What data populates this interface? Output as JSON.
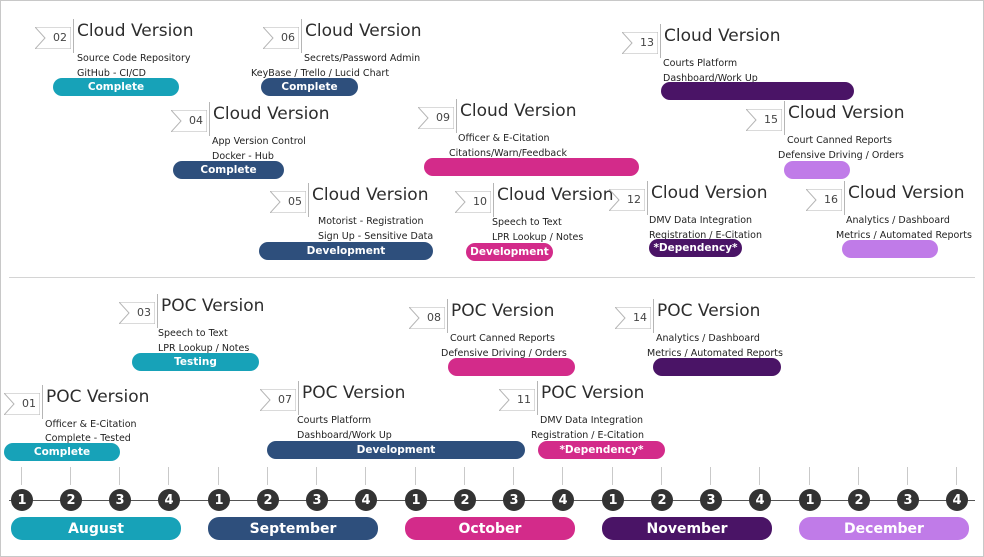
{
  "colors": {
    "teal": "#17a2b8",
    "navy": "#2e4f7c",
    "magenta": "#d32b8a",
    "purple": "#4a1466",
    "lavender": "#c07be8"
  },
  "items": [
    {
      "id": "02",
      "title": "Cloud Version",
      "line1": "Source Code Repository",
      "line2": "GitHub - CI/CD",
      "status": "Complete",
      "color": "teal"
    },
    {
      "id": "06",
      "title": "Cloud Version",
      "line1": "Secrets/Password Admin",
      "line2": "KeyBase / Trello / Lucid Chart",
      "status": "Complete",
      "color": "navy"
    },
    {
      "id": "13",
      "title": "Cloud Version",
      "line1": "Courts Platform",
      "line2": "Dashboard/Work Up",
      "status": "",
      "color": "purple"
    },
    {
      "id": "04",
      "title": "Cloud Version",
      "line1": "App Version Control",
      "line2": "Docker - Hub",
      "status": "Complete",
      "color": "navy"
    },
    {
      "id": "09",
      "title": "Cloud Version",
      "line1": "Officer & E-Citation",
      "line2": "Citations/Warn/Feedback",
      "status": "",
      "color": "magenta"
    },
    {
      "id": "15",
      "title": "Cloud Version",
      "line1": "Court Canned Reports",
      "line2": "Defensive Driving / Orders",
      "status": "",
      "color": "lavender"
    },
    {
      "id": "05",
      "title": "Cloud Version",
      "line1": "Motorist - Registration",
      "line2": "Sign Up - Sensitive Data",
      "status": "Development",
      "color": "navy"
    },
    {
      "id": "10",
      "title": "Cloud Version",
      "line1": "Speech to Text",
      "line2": "LPR Lookup / Notes",
      "status": "Development",
      "color": "magenta"
    },
    {
      "id": "12",
      "title": "Cloud Version",
      "line1": "DMV Data Integration",
      "line2": "Registration / E-Citation",
      "status": "*Dependency*",
      "color": "purple"
    },
    {
      "id": "16",
      "title": "Cloud Version",
      "line1": "Analytics / Dashboard",
      "line2": "Metrics / Automated Reports",
      "status": "",
      "color": "lavender"
    },
    {
      "id": "03",
      "title": "POC Version",
      "line1": "Speech to Text",
      "line2": "LPR Lookup / Notes",
      "status": "Testing",
      "color": "teal"
    },
    {
      "id": "08",
      "title": "POC Version",
      "line1": "Court Canned Reports",
      "line2": "Defensive Driving / Orders",
      "status": "",
      "color": "magenta"
    },
    {
      "id": "14",
      "title": "POC Version",
      "line1": "Analytics / Dashboard",
      "line2": "Metrics / Automated Reports",
      "status": "",
      "color": "purple"
    },
    {
      "id": "01",
      "title": "POC Version",
      "line1": "Officer & E-Citation",
      "line2": "Complete - Tested",
      "status": "Complete",
      "color": "teal"
    },
    {
      "id": "07",
      "title": "POC Version",
      "line1": "Courts Platform",
      "line2": "Dashboard/Work Up",
      "status": "Development",
      "color": "navy"
    },
    {
      "id": "11",
      "title": "POC Version",
      "line1": "DMV Data Integration",
      "line2": "Registration / E-Citation",
      "status": "*Dependency*",
      "color": "magenta"
    }
  ],
  "week_labels": [
    "1",
    "2",
    "3",
    "4"
  ],
  "months": [
    {
      "name": "August",
      "color": "teal"
    },
    {
      "name": "September",
      "color": "navy"
    },
    {
      "name": "October",
      "color": "magenta"
    },
    {
      "name": "November",
      "color": "purple"
    },
    {
      "name": "December",
      "color": "lavender"
    }
  ]
}
